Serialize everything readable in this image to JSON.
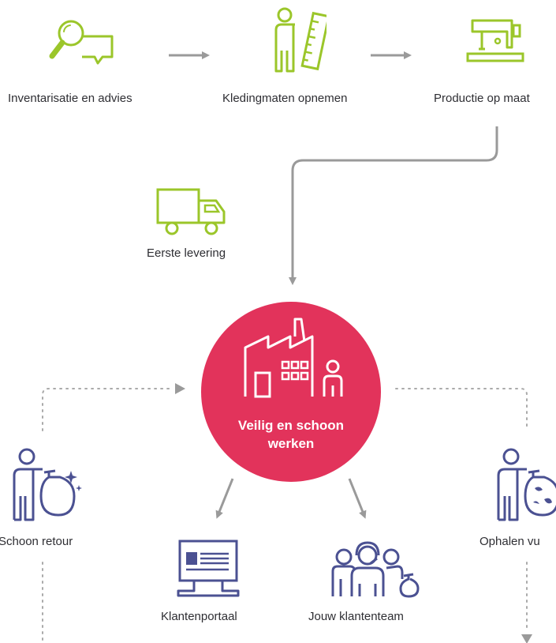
{
  "colors": {
    "lime": "#9bc62a",
    "navy": "#4b5192",
    "hub": "#e2335b",
    "connector": "#9a9a9a",
    "dotted": "#aaaaaa",
    "text": "#2e2e33"
  },
  "steps": {
    "inventory": {
      "label": "Inventarisatie en advies",
      "icon": "magnifier-chat-icon"
    },
    "measure": {
      "label": "Kledingmaten opnemen",
      "icon": "person-ruler-icon"
    },
    "production": {
      "label": "Productie op maat",
      "icon": "sewing-machine-icon"
    },
    "delivery": {
      "label": "Eerste levering",
      "icon": "delivery-truck-icon"
    }
  },
  "hub": {
    "line1": "Veilig en schoon",
    "line2": "werken",
    "icon": "factory-person-icon"
  },
  "services": {
    "clean_return": {
      "label": "Schoon retour",
      "icon": "person-clean-bag-icon"
    },
    "pickup_dirty": {
      "label": "Ophalen vu",
      "icon": "person-dirty-bag-icon"
    },
    "portal": {
      "label": "Klantenportaal",
      "icon": "monitor-icon"
    },
    "team": {
      "label": "Jouw klantenteam",
      "icon": "team-headset-icon"
    }
  }
}
